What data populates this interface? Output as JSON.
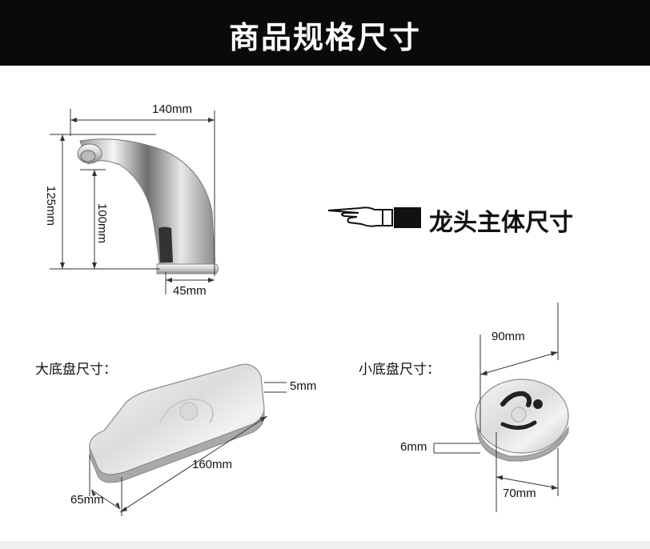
{
  "banner": {
    "title": "商品规格尺寸"
  },
  "faucet": {
    "heading": "龙头主体尺寸",
    "dimensions": {
      "length": "140mm",
      "height": "125mm",
      "spout_height": "100mm",
      "base": "45mm"
    }
  },
  "large_base": {
    "heading": "大底盘尺寸：",
    "thickness": "5mm",
    "length": "160mm",
    "width": "65mm"
  },
  "small_base": {
    "heading": "小底盘尺寸：",
    "width": "90mm",
    "thickness": "6mm",
    "depth": "70mm"
  }
}
